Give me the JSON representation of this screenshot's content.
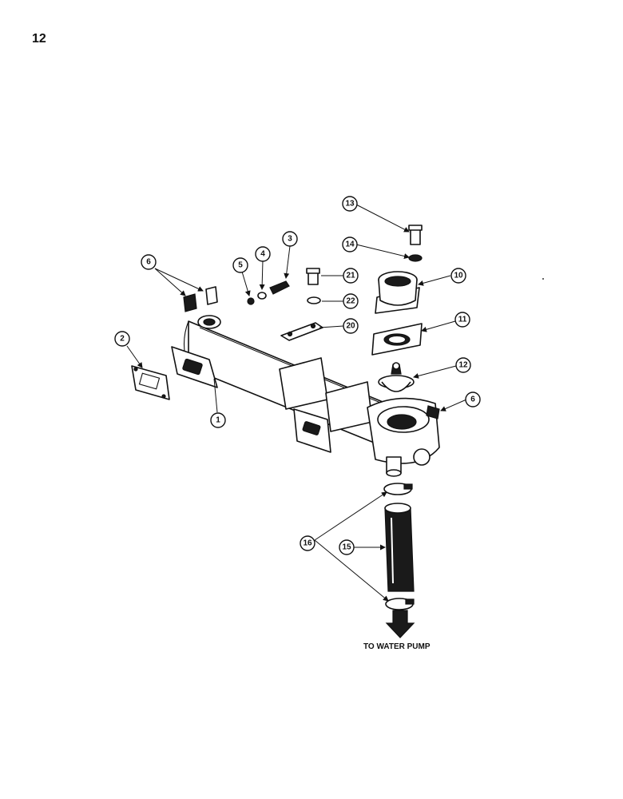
{
  "page_number": "12",
  "caption": "TO WATER PUMP",
  "callouts": [
    "13",
    "14",
    "3",
    "4",
    "5",
    "6",
    "21",
    "10",
    "22",
    "20",
    "2",
    "11",
    "1",
    "12",
    "6",
    "16",
    "15"
  ]
}
